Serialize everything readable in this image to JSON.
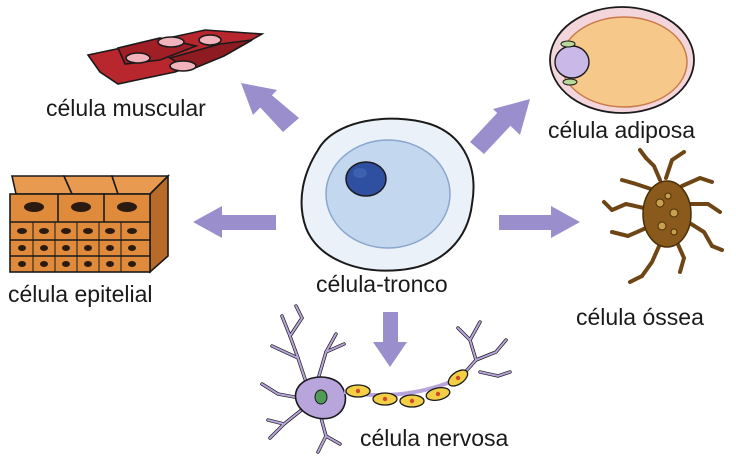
{
  "diagram": {
    "colors": {
      "arrow": "#9a8fcc",
      "outline": "#1a1a1a",
      "stem_cytoplasm": "#dfeaf6",
      "stem_nucleus": "#2f4fa0",
      "muscle": "#b8262e",
      "muscle_nucleus": "#f2b3bd",
      "fat": "#f6c98a",
      "fat_membrane": "#f3d6dc",
      "fat_nucleus": "#c9b8e8",
      "bone": "#8a5a1c",
      "epithelial": "#e08a3c",
      "neuron": "#b8a5dc",
      "myelin": "#f2cf45"
    },
    "center": {
      "label": "célula-tronco",
      "icon": "stem-cell-icon"
    },
    "cells": [
      {
        "id": "muscular",
        "label": "célula muscular",
        "icon": "muscle-cell-icon"
      },
      {
        "id": "adiposa",
        "label": "célula adiposa",
        "icon": "fat-cell-icon"
      },
      {
        "id": "epitelial",
        "label": "célula epitelial",
        "icon": "epithelial-cell-icon"
      },
      {
        "id": "ossea",
        "label": "célula óssea",
        "icon": "bone-cell-icon"
      },
      {
        "id": "nervosa",
        "label": "célula nervosa",
        "icon": "nerve-cell-icon"
      }
    ]
  }
}
